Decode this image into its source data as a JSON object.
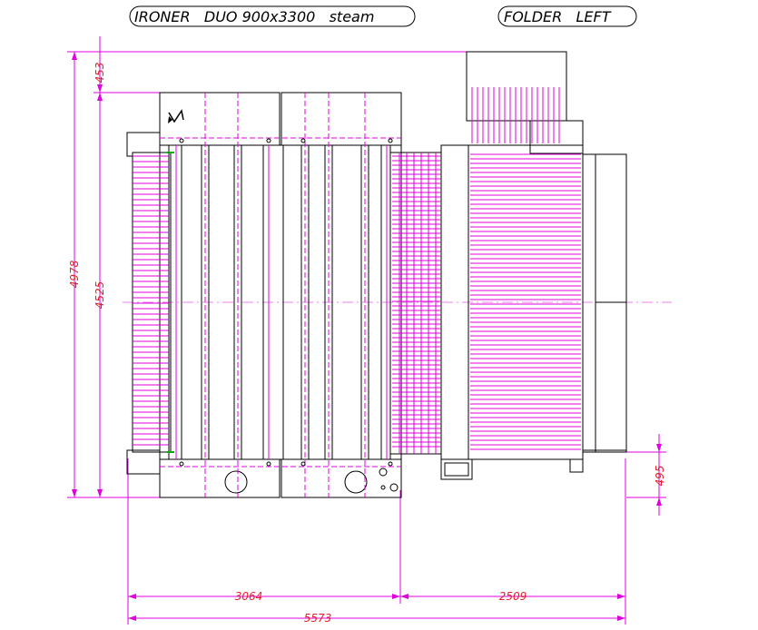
{
  "titles": {
    "ironer": "IRONER   DUO 900x3300   steam",
    "folder": "FOLDER   LEFT"
  },
  "dimensions": {
    "total_height": "4978",
    "top_offset": "453",
    "inner_height": "4525",
    "bottom_offset": "495",
    "ironer_width": "3064",
    "folder_width": "2509",
    "total_width": "5573"
  },
  "symbols": {
    "electric": "lightning-icon"
  },
  "colors": {
    "outline": "#000000",
    "magenta": "#e000e0",
    "dimension_text": "#e0202a",
    "accent_green": "#00b000"
  }
}
